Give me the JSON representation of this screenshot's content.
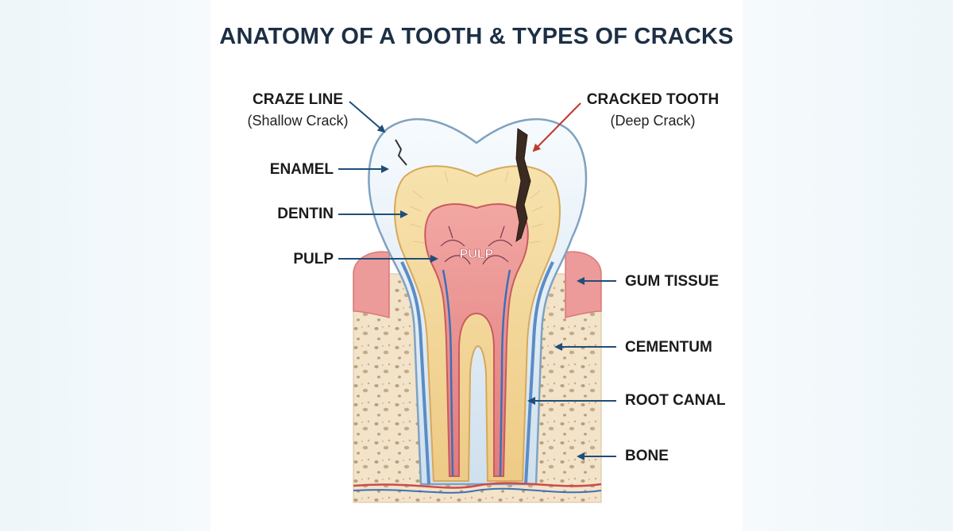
{
  "title": "ANATOMY OF A TOOTH & TYPES OF CRACKS",
  "labels": {
    "craze_line": "CRAZE LINE",
    "craze_line_sub": "(Shallow Crack)",
    "cracked_tooth": "CRACKED TOOTH",
    "cracked_tooth_sub": "(Deep Crack)",
    "enamel": "ENAMEL",
    "dentin": "DENTIN",
    "pulp": "PULP",
    "pulp_inner": "PULP",
    "gum_tissue": "GUM TISSUE",
    "cementum": "CEMENTUM",
    "root_canal": "ROOT CANAL",
    "bone": "BONE"
  },
  "colors": {
    "enamel": "#dbe9f3",
    "dentin": "#f1d89c",
    "pulp": "#ea8f8f",
    "gum": "#ec9a9a",
    "bone": "#f2e3c9",
    "pointer": "#1f4e79",
    "crack_pointer": "#c0392b"
  }
}
